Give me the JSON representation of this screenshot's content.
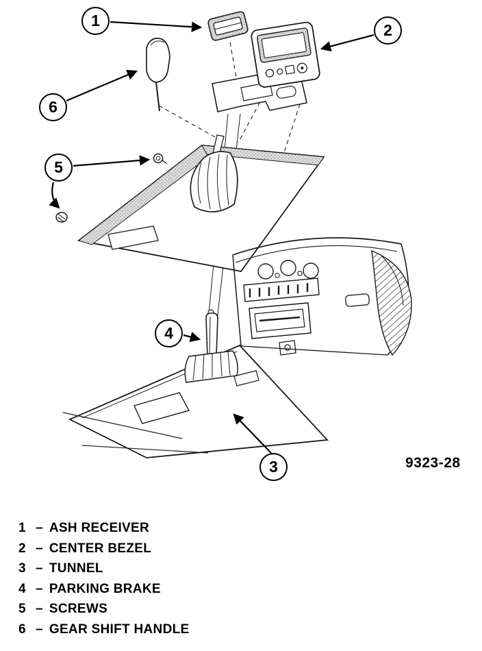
{
  "figure_number": "9323-28",
  "legend": {
    "separator": "–",
    "items": [
      {
        "num": "1",
        "label": "ASH RECEIVER"
      },
      {
        "num": "2",
        "label": "CENTER BEZEL"
      },
      {
        "num": "3",
        "label": "TUNNEL"
      },
      {
        "num": "4",
        "label": "PARKING BRAKE"
      },
      {
        "num": "5",
        "label": "SCREWS"
      },
      {
        "num": "6",
        "label": "GEAR SHIFT HANDLE"
      }
    ]
  }
}
